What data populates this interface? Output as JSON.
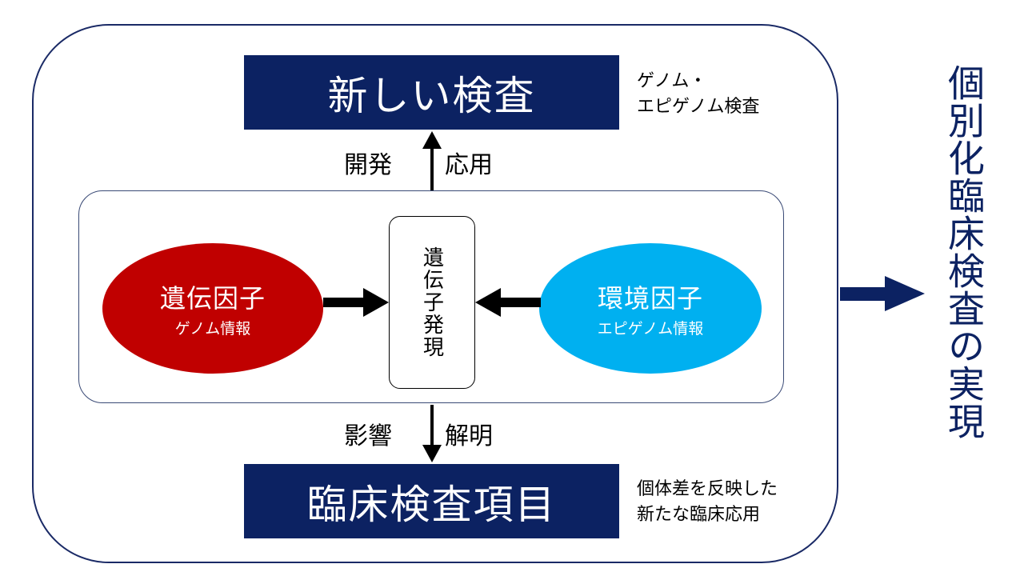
{
  "top_box": {
    "label": "新しい検査",
    "note_line1": "ゲノム・",
    "note_line2": "エピゲノム検査"
  },
  "arrow_up": {
    "left_label": "開発",
    "right_label": "応用"
  },
  "genetic_factor": {
    "title": "遺伝因子",
    "subtitle": "ゲノム情報"
  },
  "environmental_factor": {
    "title": "環境因子",
    "subtitle": "エピゲノム情報"
  },
  "center_box": {
    "label": "遺伝子発現"
  },
  "arrow_down": {
    "left_label": "影響",
    "right_label": "解明"
  },
  "bottom_box": {
    "label": "臨床検査項目",
    "note_line1": "個体差を反映した",
    "note_line2": "新たな臨床応用"
  },
  "outcome": {
    "label": "個別化臨床検査の実現"
  },
  "colors": {
    "navy": "#0c2262",
    "genetic_red": "#c00000",
    "environment_blue": "#00b0f0",
    "arrow": "#000000",
    "big_arrow": "#0c2262"
  }
}
